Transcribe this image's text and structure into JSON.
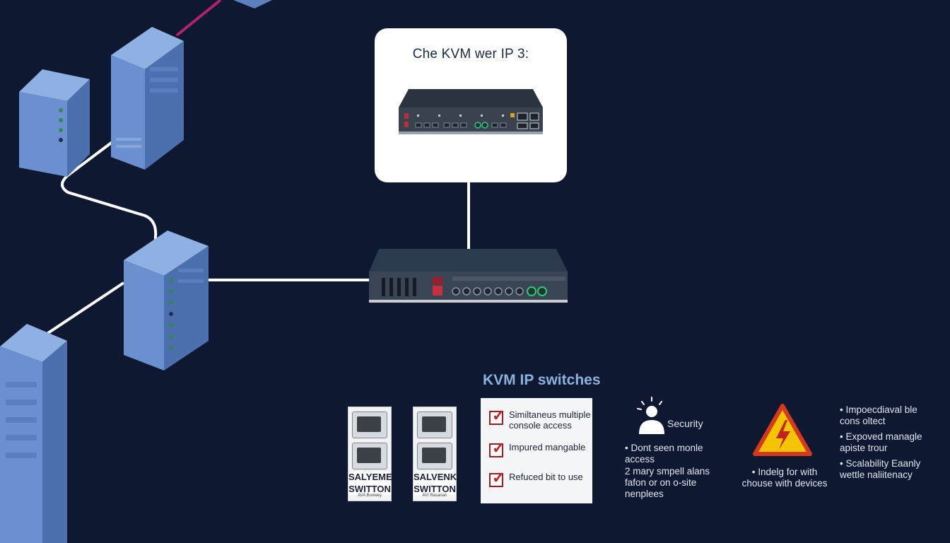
{
  "callout": {
    "title": "Che KVM wer IP 3:"
  },
  "section": {
    "title": "KVM IP switches"
  },
  "devices": [
    {
      "name": "SALYEME\nSWITTON",
      "sub": "AVA Boowey"
    },
    {
      "name": "SALVENK\nSWITTON",
      "sub": "AVI Rasanan"
    }
  ],
  "checklist": [
    {
      "text": "Similtaneus multiple console access"
    },
    {
      "text": "Impured mangable"
    },
    {
      "text": "Refuced bit to use"
    }
  ],
  "security": {
    "label": "Security",
    "items": [
      "• Dont seen monle\n   access",
      "2 mary smpell alans\n   fafon or on o-site\n   nenplees"
    ]
  },
  "warning": {
    "items": [
      "• Indelg for with\nchouse with devices"
    ]
  },
  "right_list": {
    "items": [
      "•  Impoecdiaval ble\n    cons oltect",
      "•  Expoved managle\n    apiste trour",
      "•  Scalability Eaanly\n    wettle naliitenacy"
    ]
  },
  "colors": {
    "background": "#0e1830",
    "server": "#6b90cf",
    "cable": "#ffffff",
    "accent_cable": "#b0246a",
    "title_blue": "#8ab2dc",
    "warning_yellow": "#f5c400",
    "warning_red": "#d63a1e"
  },
  "icons": [
    "server-rack-icon",
    "kvm-switch-icon",
    "checkbox-icon",
    "person-icon",
    "warning-icon"
  ]
}
